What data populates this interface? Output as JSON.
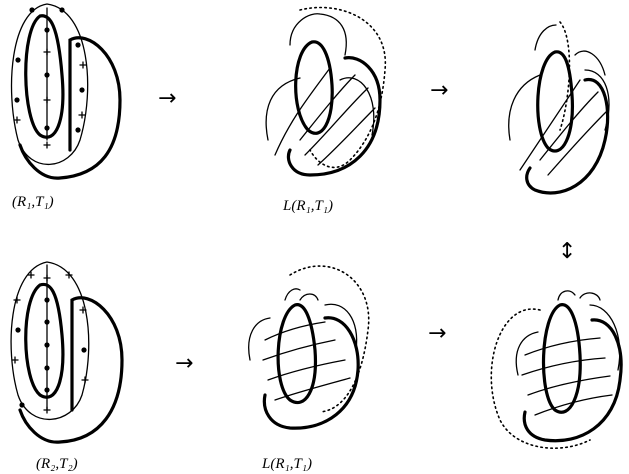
{
  "labels": {
    "top_left": "(R₁,T₁)",
    "top_middle": "L(R₁,T₁)",
    "bottom_left": "(R₂,T₂)",
    "bottom_middle": "L(R₁,T₁)"
  },
  "arrows": {
    "right": "→",
    "updown": "↕"
  }
}
